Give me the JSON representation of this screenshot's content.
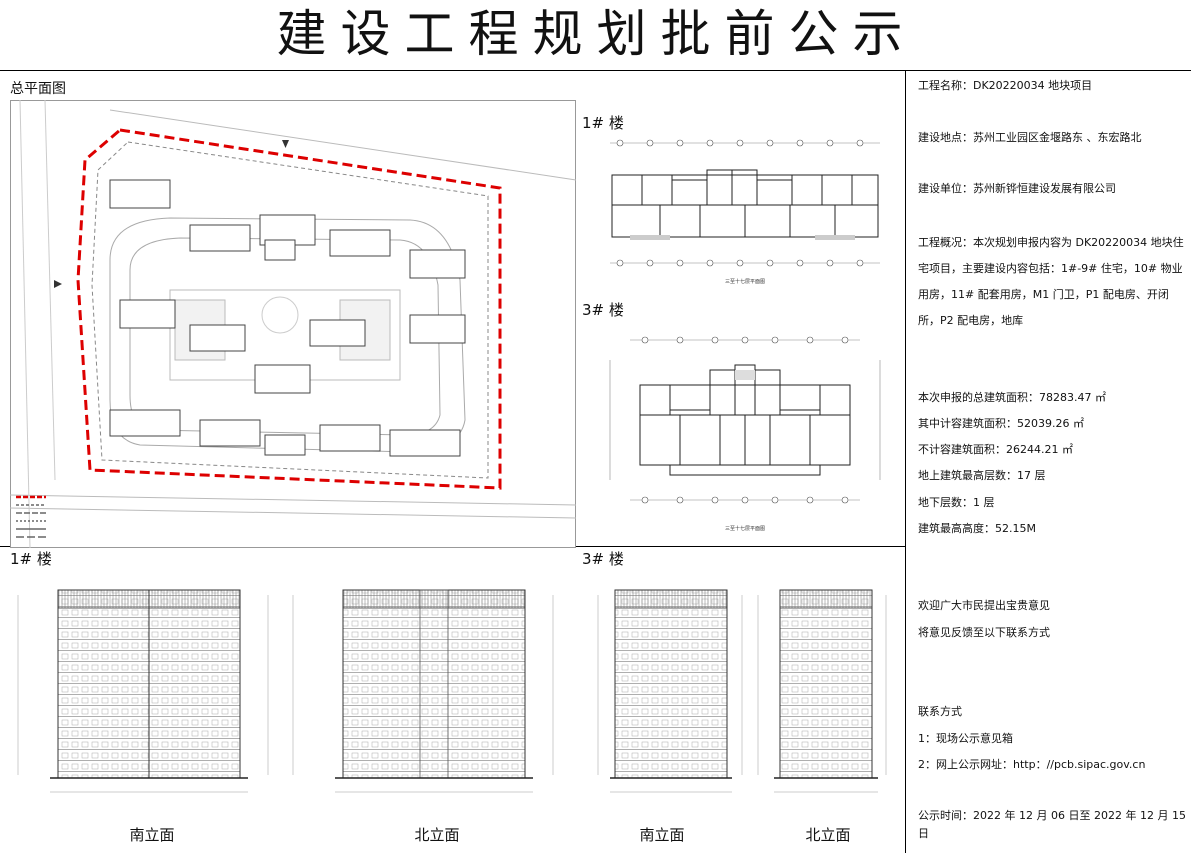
{
  "title": "建设工程规划批前公示",
  "labels": {
    "site_plan": "总平面图",
    "bldg1_plan": "1# 楼",
    "bldg3_plan": "3# 楼",
    "bldg1_elev": "1# 楼",
    "bldg3_elev": "3# 楼",
    "plan1_caption": "三至十七层平面图",
    "plan3_caption": "三至十七层平面图"
  },
  "elevations": {
    "e1": "南立面",
    "e2": "北立面",
    "e3": "南立面",
    "e4": "北立面"
  },
  "info": {
    "project_name": "工程名称：DK20220034 地块项目",
    "location": "建设地点：苏州工业园区金堰路东 、东宏路北",
    "unit": "建设单位：苏州新铧恒建设发展有限公司",
    "overview": "工程概况：本次规划申报内容为 DK20220034 地块住宅项目，主要建设内容包括：1#-9# 住宅，10# 物业用房，11# 配套用房，M1 门卫，P1 配电房、开闭所，P2 配电房，地库",
    "total_area": "本次申报的总建筑面积：78283.47 ㎡",
    "fa_area": "其中计容建筑面积：52039.26 ㎡",
    "non_fa_area": "不计容建筑面积：26244.21 ㎡",
    "floors_above": "地上建筑最高层数：17 层",
    "floors_below": "地下层数：1 层",
    "max_height": "建筑最高高度：52.15M",
    "welcome": "欢迎广大市民提出宝贵意见",
    "feedback": "将意见反馈至以下联系方式",
    "contact_title": "联系方式",
    "contact1": "1：现场公示意见箱",
    "contact2": "2：网上公示网址：http：//pcb.sipac.gov.cn",
    "period": "公示时间：2022 年 12 月 06 日至 2022 年 12 月 15 日"
  }
}
